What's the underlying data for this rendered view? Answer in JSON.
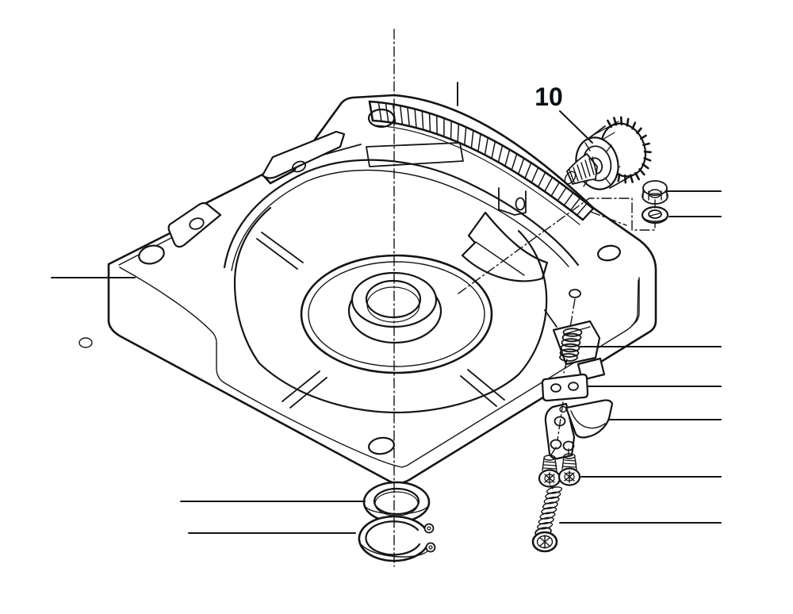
{
  "diagram": {
    "type": "exploded-parts-line-drawing",
    "callout": {
      "label": "10"
    },
    "colors": {
      "line": "#141414",
      "label": "#0b0e14",
      "background": "#ffffff"
    },
    "parts": [
      "base-housing-casting",
      "graduated-arc-scale",
      "adjustment-knob-worm-gear",
      "hex-flange-nut",
      "lock-washer",
      "compression-spring",
      "clamp-block",
      "pawl-bracket",
      "pan-head-screws",
      "socket-head-cap-screw",
      "flat-washer",
      "retaining-ring"
    ]
  }
}
